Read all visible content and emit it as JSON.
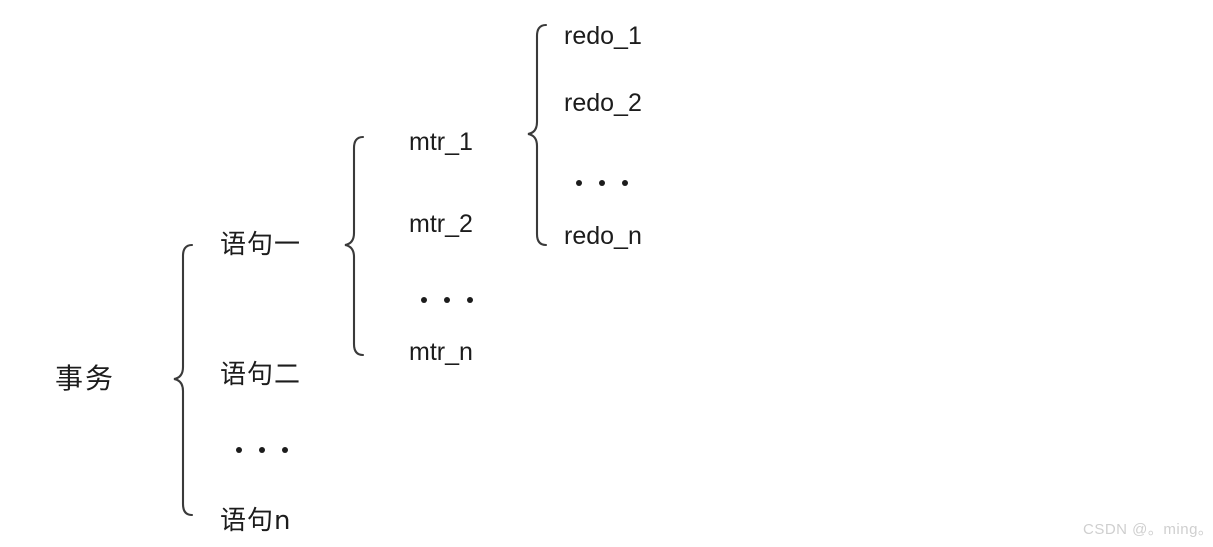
{
  "diagram": {
    "title_text": "事务",
    "levels": [
      {
        "name": "transaction",
        "root_label": "事务",
        "brace_name": "transaction-brace"
      },
      {
        "name": "statements",
        "items": [
          {
            "label": "语句一"
          },
          {
            "label": "语句二"
          },
          {
            "label": "..."
          },
          {
            "label": "语句n"
          }
        ],
        "brace_name": "statement-brace"
      },
      {
        "name": "mtr",
        "items": [
          {
            "label": "mtr_1"
          },
          {
            "label": "mtr_2"
          },
          {
            "label": "..."
          },
          {
            "label": "mtr_n"
          }
        ],
        "brace_name": "mtr-brace"
      },
      {
        "name": "redo",
        "items": [
          {
            "label": "redo_1"
          },
          {
            "label": "redo_2"
          },
          {
            "label": "..."
          },
          {
            "label": "redo_n"
          }
        ]
      }
    ],
    "statements": {
      "item_1": "语句一",
      "item_2": "语句二",
      "item_n": "语句n"
    },
    "mtr": {
      "item_1": "mtr_1",
      "item_2": "mtr_2",
      "item_n": "mtr_n"
    },
    "redo": {
      "item_1": "redo_1",
      "item_2": "redo_2",
      "item_n": "redo_n"
    },
    "colors": {
      "background": "#ffffff",
      "text": "#1c1c1c",
      "brace_stroke": "#3a3a3a",
      "watermark": "#cfcfcf"
    }
  },
  "watermark": {
    "text": "CSDN @。ming。"
  }
}
